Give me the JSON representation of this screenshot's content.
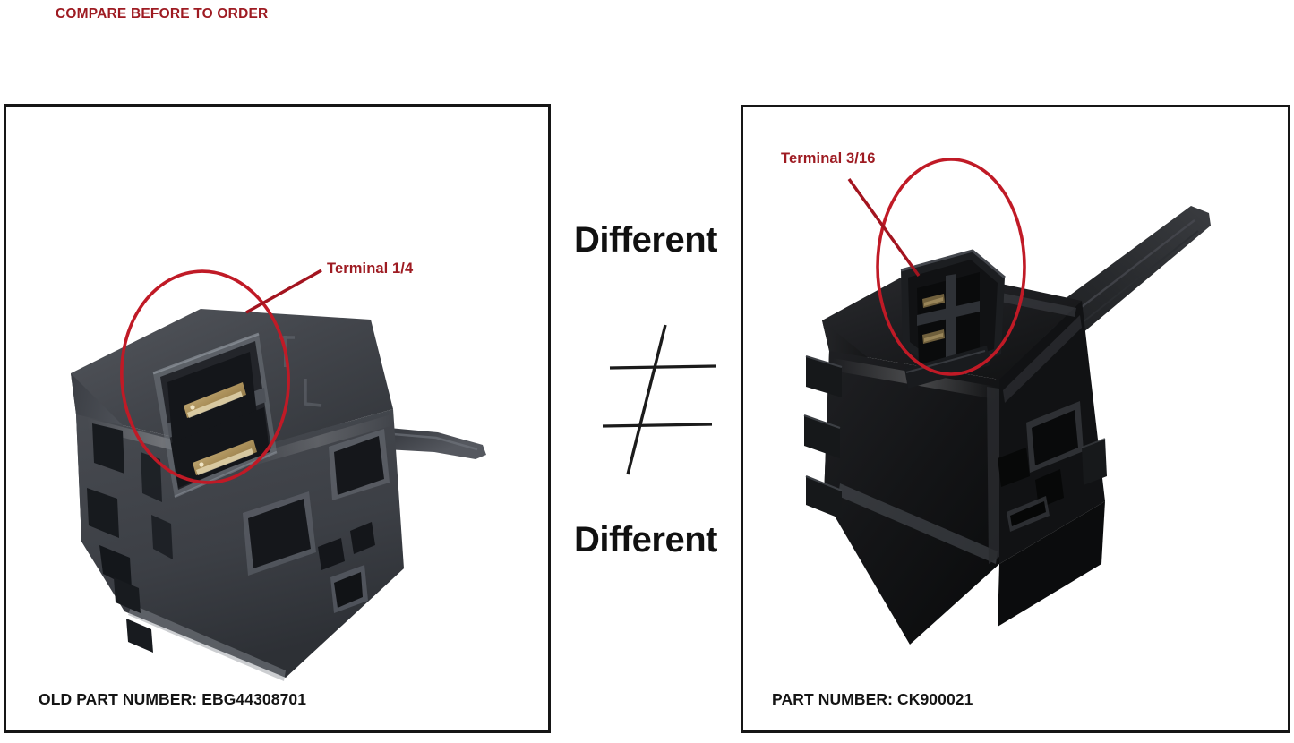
{
  "header": {
    "note": "COMPARE BEFORE TO ORDER",
    "note_color": "#9e1b22"
  },
  "comparison": {
    "verdict_top": "Different",
    "verdict_bottom": "Different",
    "symbol": "not-equal",
    "symbol_glyph": "≠"
  },
  "panels": {
    "left": {
      "terminal_callout": "Terminal 1/4",
      "caption": "OLD PART NUMBER: EBG44308701",
      "part_number": "EBG44308701",
      "part_label": "OLD PART NUMBER:",
      "highlight_shape": "ellipse",
      "highlight_color": "#c01a26",
      "body_color": "#3a3d42",
      "terminal_color": "#b9a06a"
    },
    "right": {
      "terminal_callout": "Terminal 3/16",
      "caption": "PART NUMBER: CK900021",
      "part_number": "CK900021",
      "part_label": "PART NUMBER:",
      "highlight_shape": "ellipse",
      "highlight_color": "#c01a26",
      "body_color": "#17181a",
      "terminal_color": "#6a5a3c"
    }
  },
  "colors": {
    "panel_border": "#161616",
    "background": "#ffffff",
    "accent_red": "#9e1b22",
    "text_black": "#141414"
  }
}
